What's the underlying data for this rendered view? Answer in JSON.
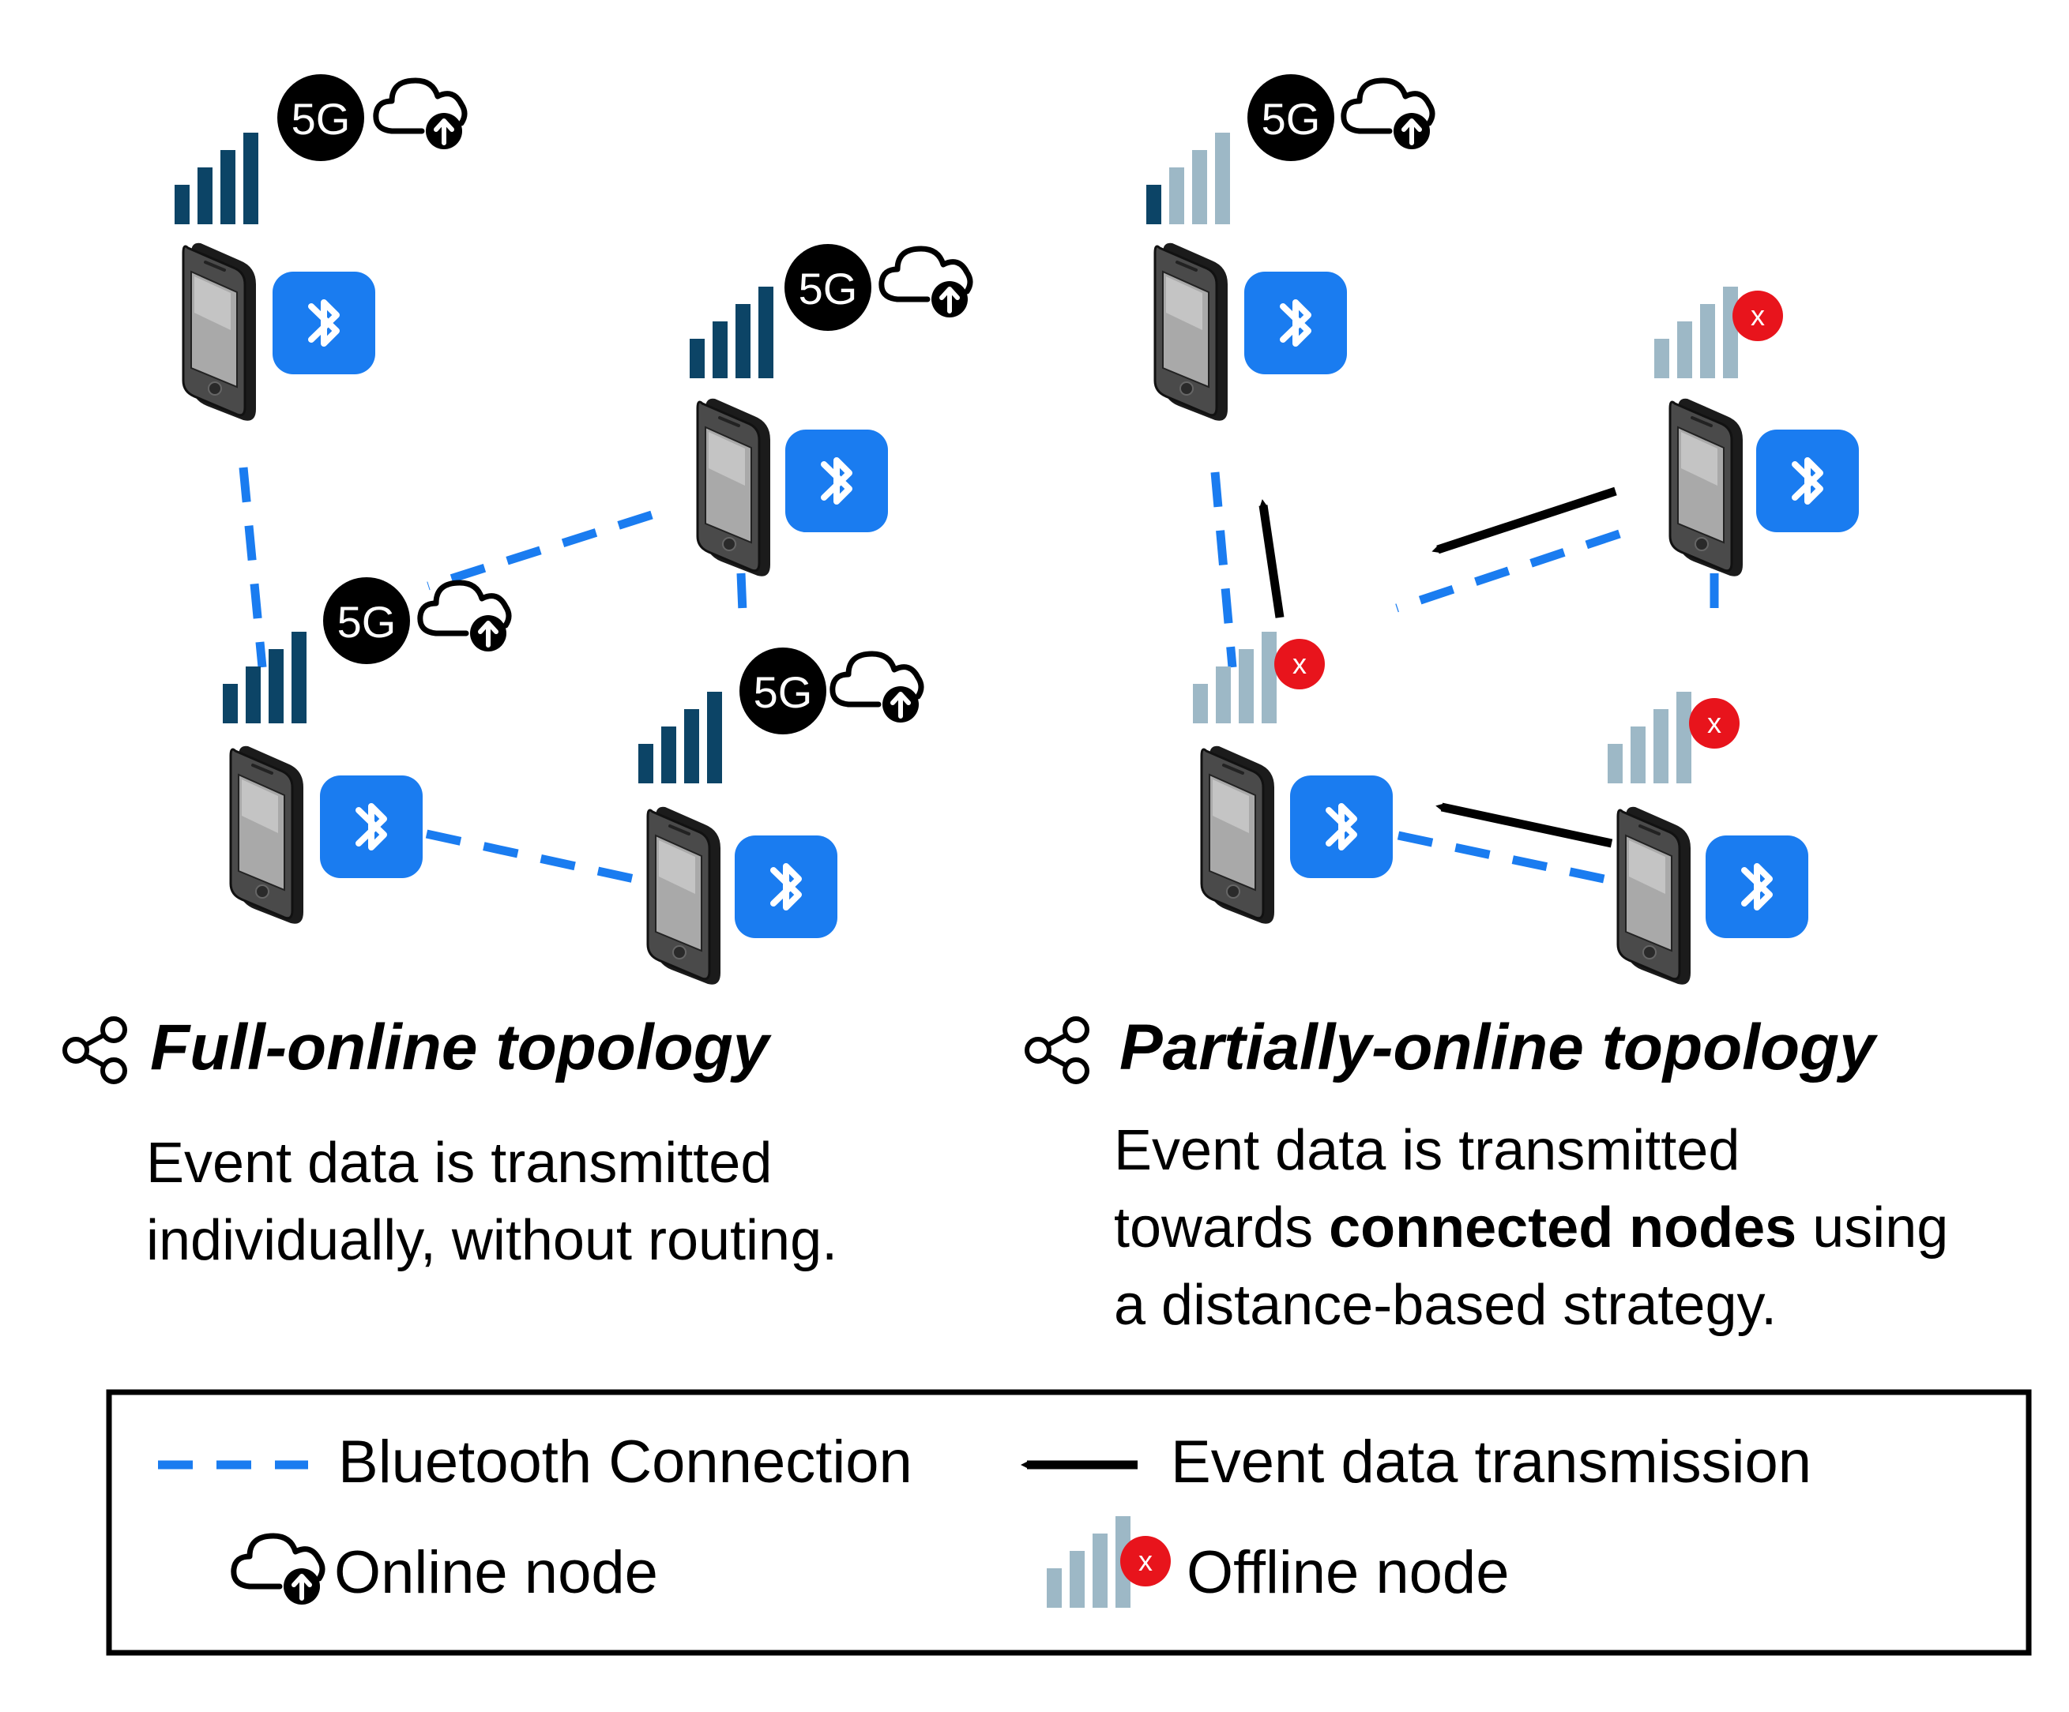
{
  "colors": {
    "online_bar": "#0c4466",
    "offline_bar": "#9db8c6",
    "bluetooth_blue": "#1a7cf0",
    "dash_blue": "#1a7cf0",
    "error_red": "#e8141c",
    "arrow": "#000000"
  },
  "icons": {
    "phone": "smartphone-icon",
    "bluetooth": "bluetooth-icon",
    "cloud_upload": "cloud-upload-icon",
    "signal": "signal-bars-icon",
    "badge_5g": "5g-badge-icon",
    "offline": "offline-x-icon",
    "topology": "share-topology-icon"
  },
  "badge": {
    "text": "5G",
    "x_mark": "x"
  },
  "full": {
    "title": "Full-online topology",
    "desc_lines": [
      "Event data is transmitted",
      "individually, without routing."
    ]
  },
  "partial": {
    "title": "Partially-online topology",
    "desc_l1": "Event data is transmitted",
    "desc_l2_pre": "towards ",
    "desc_l2_bold": "connected nodes",
    "desc_l2_post": " using",
    "desc_l3": "a distance-based strategy."
  },
  "legend": {
    "bluetooth": "Bluetooth Connection",
    "transmission": "Event data transmission",
    "online": "Online node",
    "offline": "Offline node"
  }
}
